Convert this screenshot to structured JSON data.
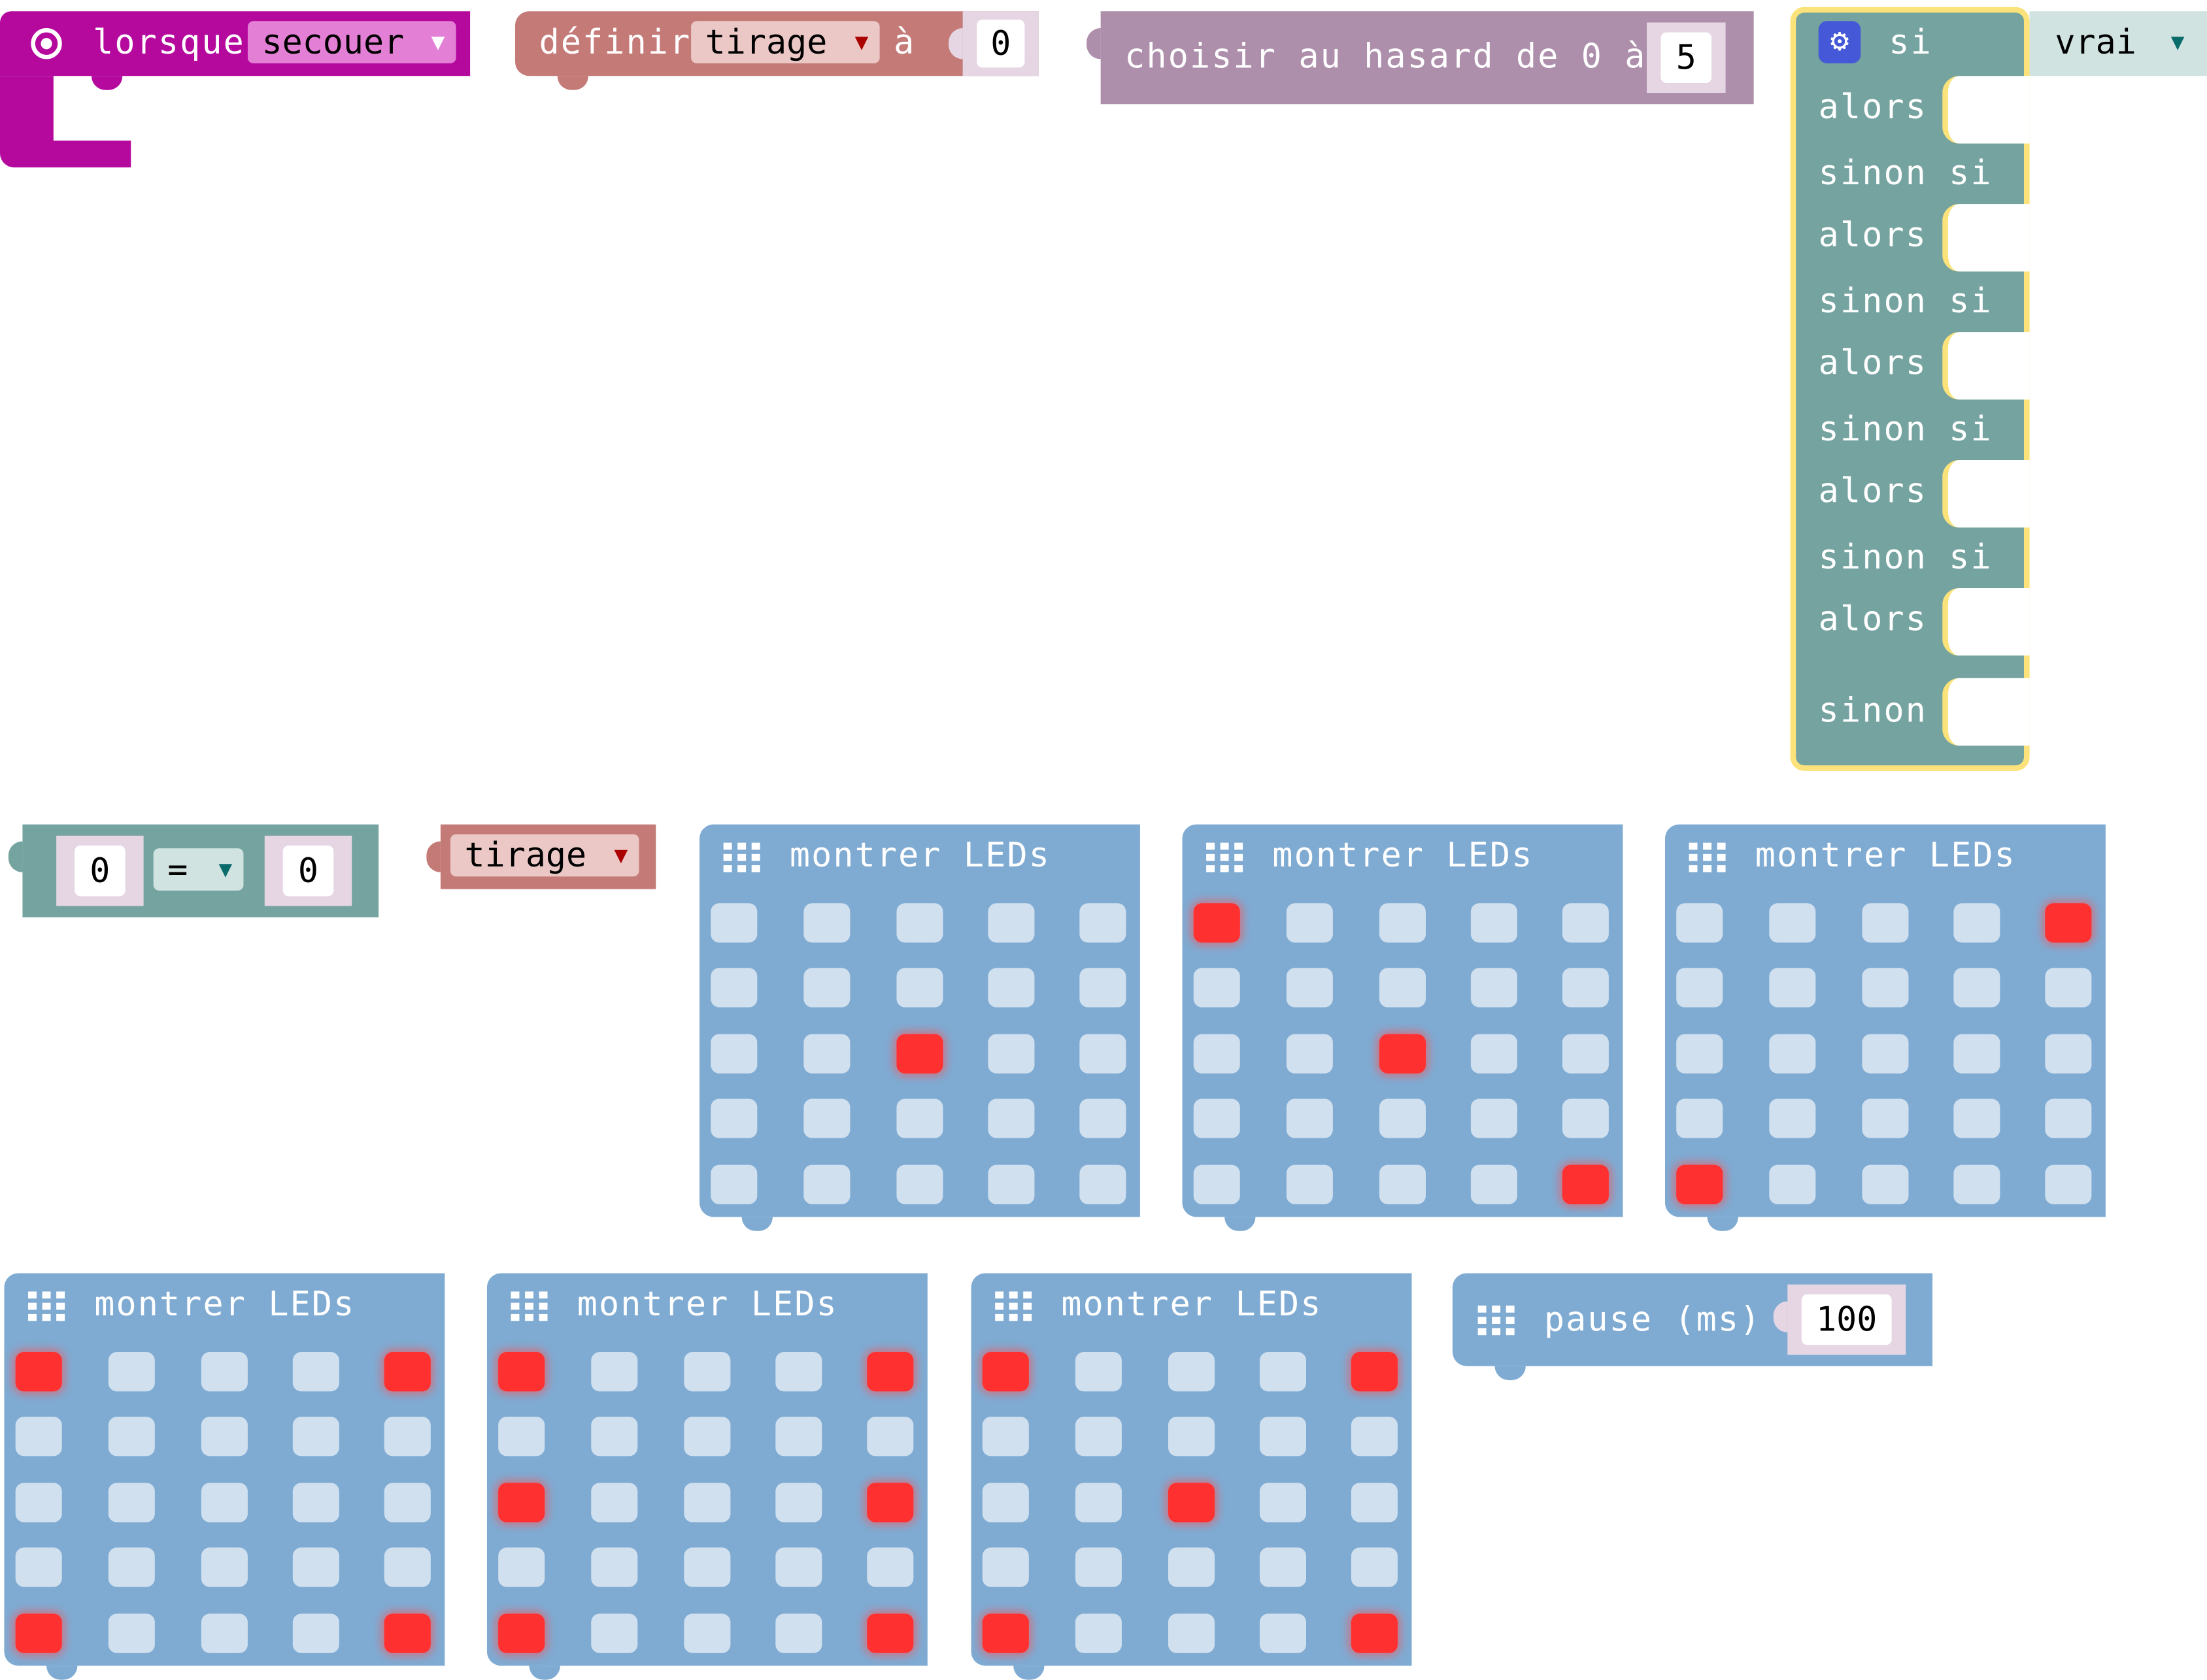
{
  "colors": {
    "event": "#b5099e",
    "event_field": "#e380d6",
    "variable": "#c47b78",
    "variable_field": "#ebc8c6",
    "math": "#ad8eab",
    "logic": "#74a3a0",
    "logic_field": "#d0e3e1",
    "basic": "#7fabd3",
    "led_on": "#ff3030",
    "led_off": "#d0e0ee",
    "highlight": "#fbe27a"
  },
  "on_event": {
    "label": "lorsque",
    "dropdown": "secouer"
  },
  "set_var": {
    "label": "définir",
    "var": "tirage",
    "to_label": "à",
    "value": "0"
  },
  "random": {
    "label": "choisir au hasard de 0 à",
    "max": "5"
  },
  "if_block": {
    "if_label": "si",
    "condition": "vrai",
    "then_label": "alors",
    "elseif_label": "sinon si",
    "else_label": "sinon"
  },
  "compare": {
    "left": "0",
    "op": "=",
    "right": "0"
  },
  "var_get": {
    "name": "tirage"
  },
  "show_leds": {
    "label": "montrer LEDs",
    "icon": "grid-icon",
    "patterns": [
      [
        [
          0,
          0,
          0,
          0,
          0
        ],
        [
          0,
          0,
          0,
          0,
          0
        ],
        [
          0,
          0,
          1,
          0,
          0
        ],
        [
          0,
          0,
          0,
          0,
          0
        ],
        [
          0,
          0,
          0,
          0,
          0
        ]
      ],
      [
        [
          1,
          0,
          0,
          0,
          0
        ],
        [
          0,
          0,
          0,
          0,
          0
        ],
        [
          0,
          0,
          1,
          0,
          0
        ],
        [
          0,
          0,
          0,
          0,
          0
        ],
        [
          0,
          0,
          0,
          0,
          1
        ]
      ],
      [
        [
          0,
          0,
          0,
          0,
          1
        ],
        [
          0,
          0,
          0,
          0,
          0
        ],
        [
          0,
          0,
          0,
          0,
          0
        ],
        [
          0,
          0,
          0,
          0,
          0
        ],
        [
          1,
          0,
          0,
          0,
          0
        ]
      ],
      [
        [
          1,
          0,
          0,
          0,
          1
        ],
        [
          0,
          0,
          0,
          0,
          0
        ],
        [
          0,
          0,
          0,
          0,
          0
        ],
        [
          0,
          0,
          0,
          0,
          0
        ],
        [
          1,
          0,
          0,
          0,
          1
        ]
      ],
      [
        [
          1,
          0,
          0,
          0,
          1
        ],
        [
          0,
          0,
          0,
          0,
          0
        ],
        [
          1,
          0,
          0,
          0,
          1
        ],
        [
          0,
          0,
          0,
          0,
          0
        ],
        [
          1,
          0,
          0,
          0,
          1
        ]
      ],
      [
        [
          1,
          0,
          0,
          0,
          1
        ],
        [
          0,
          0,
          0,
          0,
          0
        ],
        [
          0,
          0,
          1,
          0,
          0
        ],
        [
          0,
          0,
          0,
          0,
          0
        ],
        [
          1,
          0,
          0,
          0,
          1
        ]
      ]
    ]
  },
  "pause": {
    "label": "pause (ms)",
    "value": "100"
  }
}
